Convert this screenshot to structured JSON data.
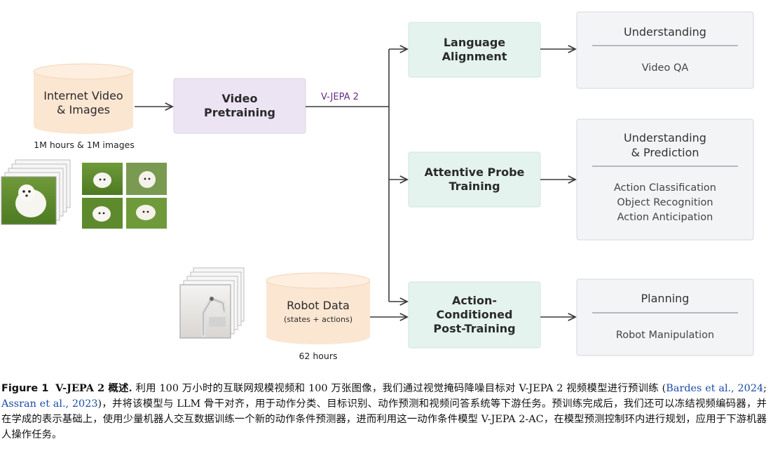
{
  "diagram": {
    "source": {
      "title_line1": "Internet Video",
      "title_line2": "& Images",
      "caption": "1M hours & 1M images"
    },
    "pretraining": {
      "line1": "Video",
      "line2": "Pretraining"
    },
    "model_label": "V-JEPA 2",
    "robot_data": {
      "title": "Robot Data",
      "subtitle": "(states + actions)",
      "caption": "62 hours"
    },
    "stages": [
      {
        "line1": "Language",
        "line2": "Alignment",
        "line3": ""
      },
      {
        "line1": "Attentive Probe",
        "line2": "Training",
        "line3": ""
      },
      {
        "line1": "Action-",
        "line2": "Conditioned",
        "line3": "Post-Training"
      }
    ],
    "outputs": [
      {
        "title1": "Understanding",
        "title2": "",
        "items": [
          "Video QA"
        ]
      },
      {
        "title1": "Understanding",
        "title2": "& Prediction",
        "items": [
          "Action Classification",
          "Object Recognition",
          "Action Anticipation"
        ]
      },
      {
        "title1": "Planning",
        "title2": "",
        "items": [
          "Robot Manipulation"
        ]
      }
    ],
    "colors": {
      "cylinder_fill": "#fbe6d2",
      "pretraining_fill": "#ece4f3",
      "stage_fill": "#e5f3ee",
      "output_fill": "#f2f4f6",
      "connector": "#3a3a3a",
      "model_label_color": "#6a2a86"
    }
  },
  "caption": {
    "label": "Figure 1",
    "title": "V-JEPA 2 概述.",
    "text_a": "利用 100 万小时的互联网规模视频和 100 万张图像，我们通过视觉掩码降噪目标对 V-JEPA 2 视频模型进行预训练 (",
    "cite1": "Bardes et al., 2024",
    "sep": "; ",
    "cite2": "Assran et al., 2023",
    "text_b": ")，并将该模型与 LLM 骨干对齐，用于动作分类、目标识别、动作预测和视频问答系统等下游任务。预训练完成后，我们还可以冻结视频编码器，并在学成的表示基础上，使用少量机器人交互数据训练一个新的动作条件预测器，进而利用这一动作条件模型 V-JEPA 2-AC，在模型预测控制环内进行规划，应用于下游机器人操作任务。"
  }
}
